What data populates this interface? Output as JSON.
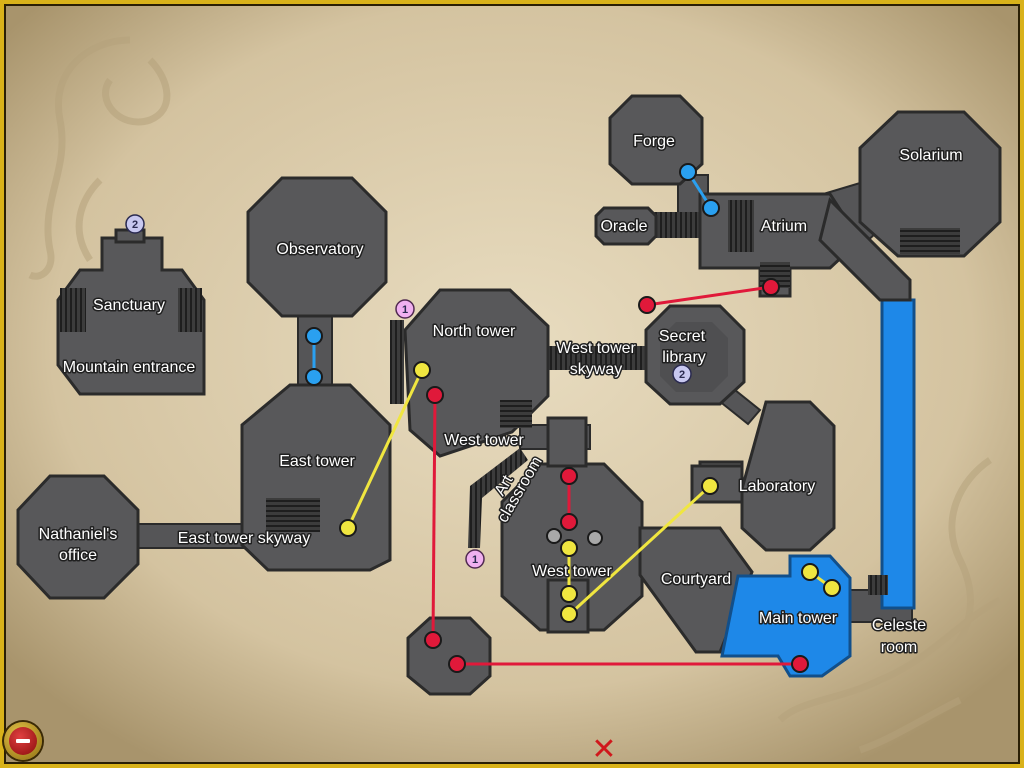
{
  "rooms": {
    "forge": "Forge",
    "oracle": "Oracle",
    "atrium": "Atrium",
    "solarium": "Solarium",
    "observatory": "Observatory",
    "sanctuary": "Sanctuary",
    "mountain_entrance": "Mountain entrance",
    "north_tower": "North tower",
    "west_tower_skyway_1": "West tower",
    "west_tower_skyway_2": "skyway",
    "secret_library_1": "Secret",
    "secret_library_2": "library",
    "west_tower_label_upper": "West tower",
    "east_tower": "East tower",
    "art_classroom_1": "Art",
    "art_classroom_2": "classroom",
    "laboratory": "Laboratory",
    "nathaniels_office_1": "Nathaniel's",
    "nathaniels_office_2": "office",
    "east_tower_skyway": "East tower skyway",
    "west_tower_main": "West tower",
    "courtyard": "Courtyard",
    "main_tower": "Main tower",
    "celeste_room_1": "Celeste",
    "celeste_room_2": "room"
  },
  "badges": {
    "sanctuary_badge": "2",
    "secret_library_badge": "2",
    "north_tower_badge": "1",
    "art_classroom_badge": "1"
  },
  "colors": {
    "room": "#58585a",
    "highlight": "#1e88e8",
    "portal_blue": "#2aa0f0",
    "portal_yellow": "#f0e640",
    "portal_red": "#e0193a",
    "portal_grey": "#a8a8a8",
    "badge_blue": "#c8c8f0",
    "badge_pink": "#f0b0f0",
    "frame": "#d9b21a"
  },
  "controls": {
    "minimize_icon": "minimize-icon",
    "close_icon": "close-x-icon",
    "close_glyph": "✕"
  }
}
